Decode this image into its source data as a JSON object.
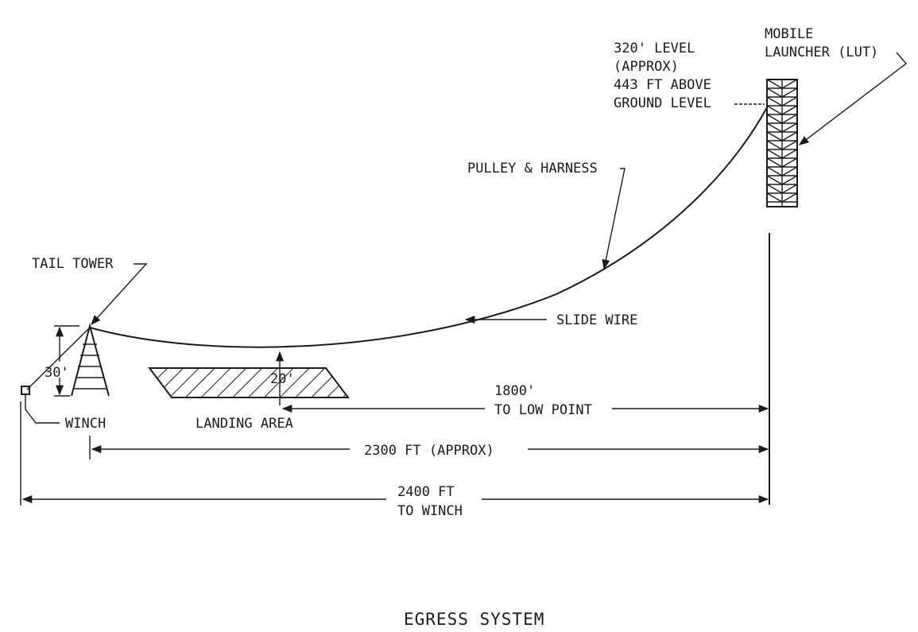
{
  "diagram": {
    "title": "EGRESS SYSTEM",
    "labels": {
      "mobile_launcher": [
        "MOBILE",
        "LAUNCHER (LUT)"
      ],
      "level": [
        "320' LEVEL",
        "(APPROX)",
        "443 FT ABOVE",
        "GROUND LEVEL"
      ],
      "pulley": "PULLEY & HARNESS",
      "slide_wire": "SLIDE WIRE",
      "tail_tower": "TAIL TOWER",
      "tower_height": "30'",
      "low_point_height": "20'",
      "winch": "WINCH",
      "landing_area": "LANDING AREA",
      "dim_low_point": [
        "1800'",
        "TO LOW POINT"
      ],
      "dim_total": "2300 FT (APPROX)",
      "dim_winch": [
        "2400 FT",
        "TO WINCH"
      ]
    }
  }
}
